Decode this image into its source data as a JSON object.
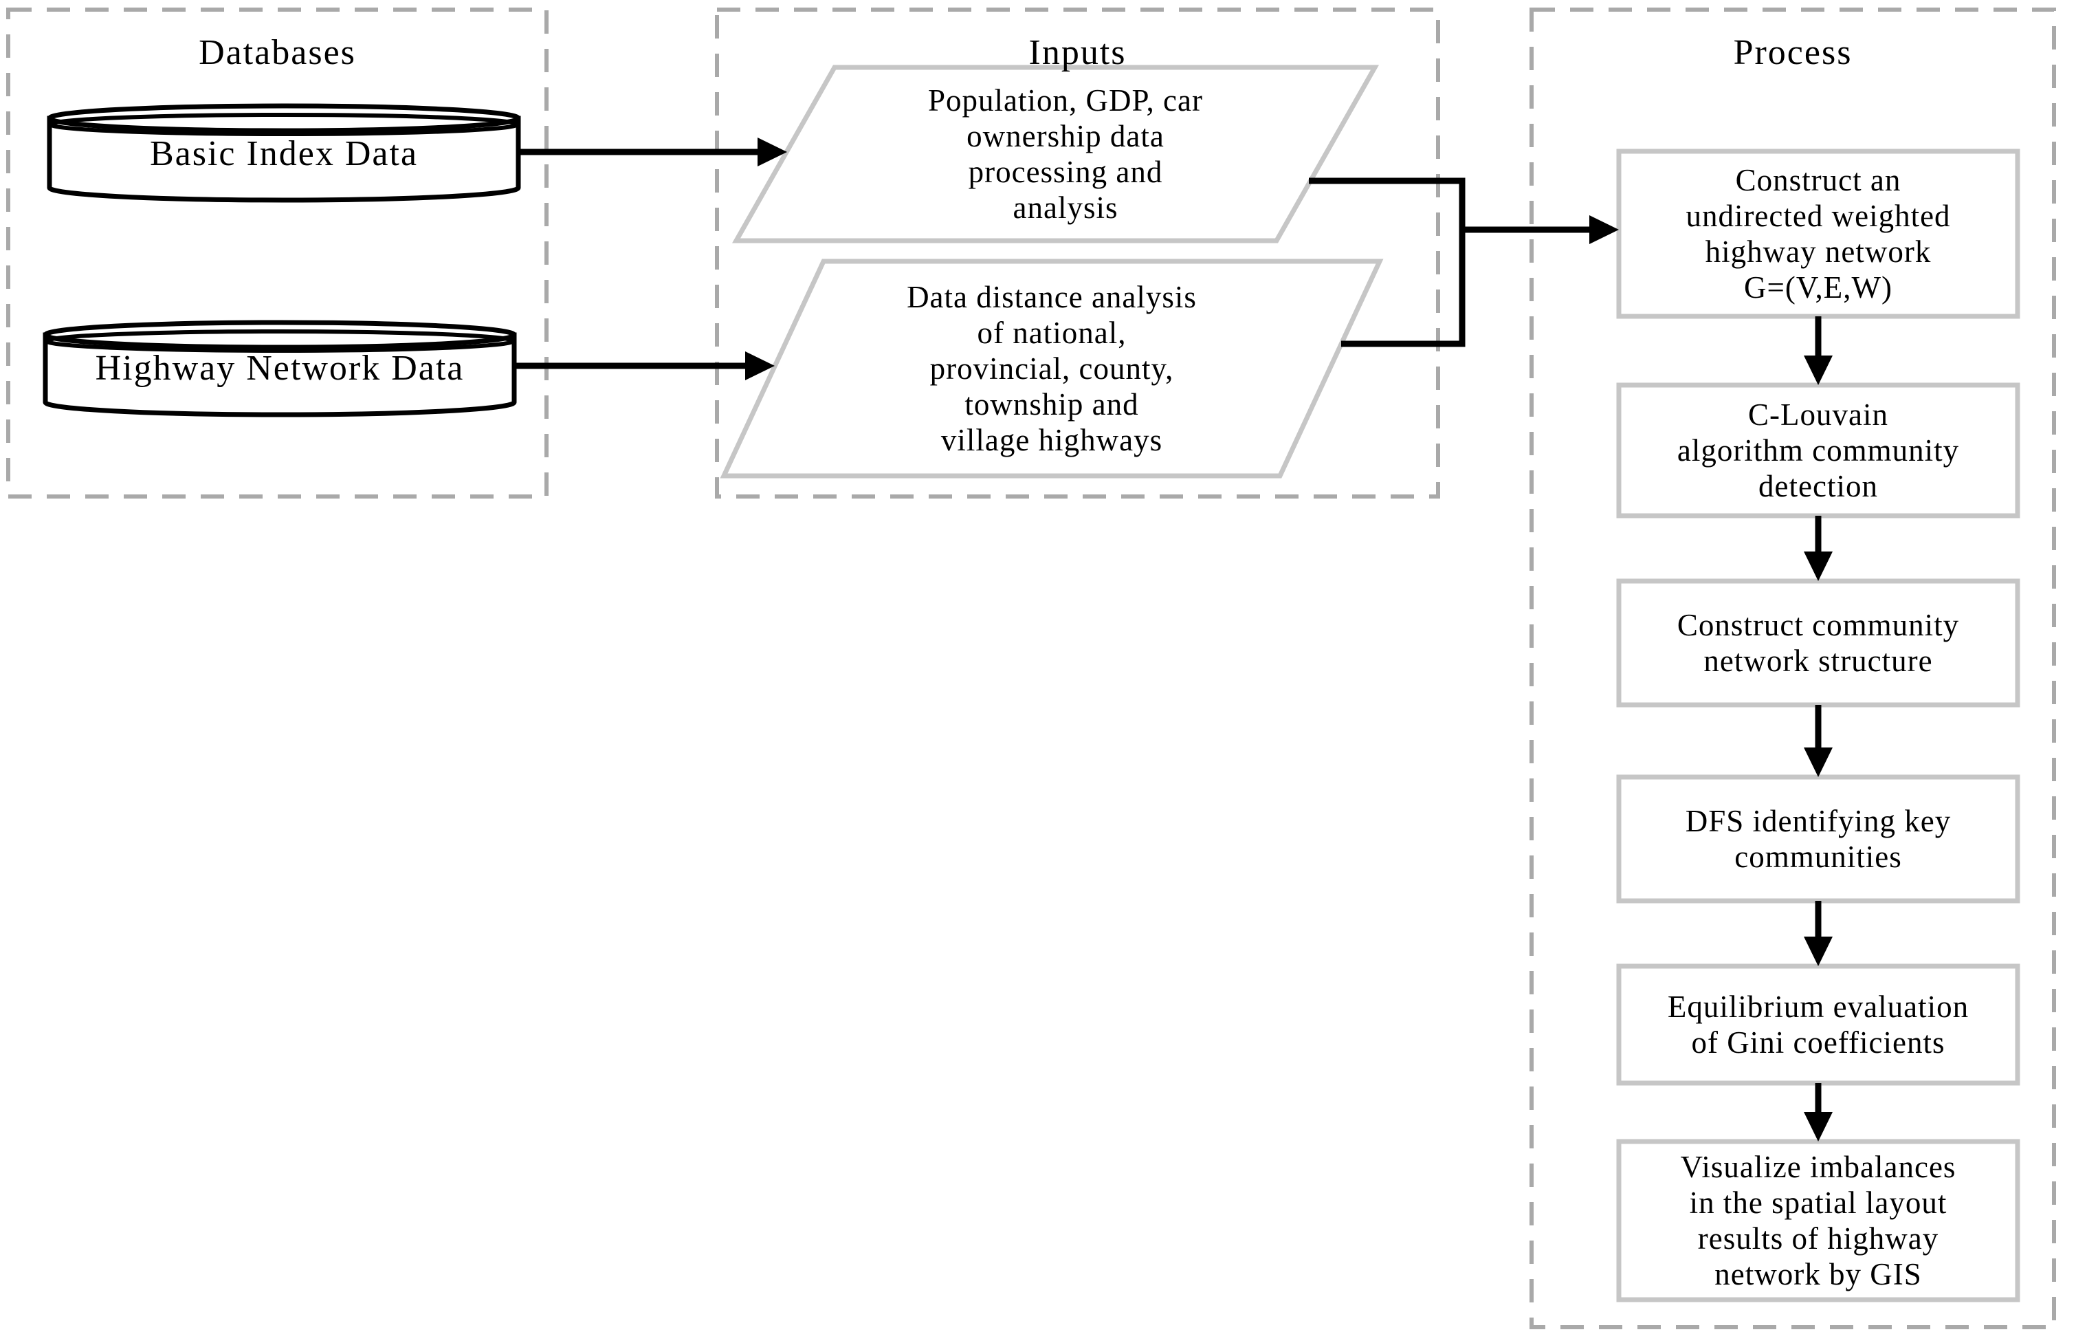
{
  "colors": {
    "background": "#ffffff",
    "ink": "#000000",
    "text": "#000000",
    "dashed_border": "#a9a9a9",
    "shape_border": "#c6c6c6"
  },
  "sections": {
    "databases": {
      "title": "Databases",
      "items": [
        {
          "label": "Basic Index Data"
        },
        {
          "label": "Highway Network Data"
        }
      ]
    },
    "inputs": {
      "title": "Inputs",
      "items": [
        {
          "label": "Population, GDP, car\nownership data\nprocessing and\nanalysis"
        },
        {
          "label": "Data distance analysis\nof national,\nprovincial, county,\ntownship and\nvillage highways"
        }
      ]
    },
    "process": {
      "title": "Process",
      "steps": [
        {
          "label": "Construct an\nundirected weighted\nhighway network\nG=(V,E,W)"
        },
        {
          "label": "C-Louvain\nalgorithm community\ndetection"
        },
        {
          "label": "Construct community\nnetwork structure"
        },
        {
          "label": "DFS identifying key\ncommunities"
        },
        {
          "label": "Equilibrium evaluation\nof Gini coefficients"
        },
        {
          "label": "Visualize imbalances\nin the spatial layout\nresults of highway\nnetwork by GIS"
        }
      ]
    }
  }
}
